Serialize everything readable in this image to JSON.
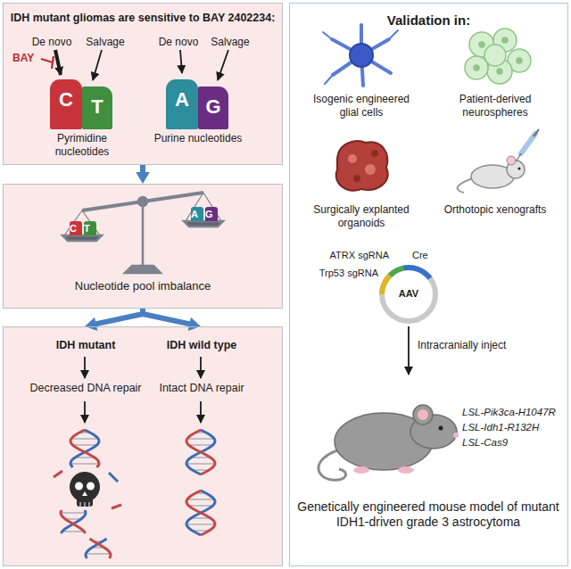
{
  "diagram": {
    "nodes": [
      {
        "text": [
          "IDH mutant gliomas are sensitive to BAY 2402234:"
        ]
      },
      {
        "text": [
          "C"
        ],
        "in": 0
      },
      {
        "text": [
          "T"
        ],
        "in": 0
      },
      {
        "text": [
          "A"
        ],
        "in": 0
      },
      {
        "text": [
          "G"
        ],
        "in": 0
      },
      {
        "text": [
          "Nucleotide pool imbalance"
        ]
      },
      {
        "text": [
          "IDH mutant",
          "Decreased DNA repair",
          "IDH wild type",
          "Intact DNA repair"
        ]
      },
      {
        "text": [
          "Validation in:"
        ]
      }
    ],
    "edges": [
      {
        "from": 0,
        "to": 5,
        "arrow": "to"
      },
      {
        "from": 5,
        "to": 6,
        "arrow": "to"
      }
    ],
    "labels": [
      "De novo",
      "Salvage",
      "De novo",
      "Salvage",
      "BAY",
      "Pyrimidine nucleotides",
      "Purine nucleotides",
      "C",
      "T",
      "A",
      "G",
      "Isogenic engineered glial cells",
      "Patient-derived neurospheres",
      "Surgically explanted organoids",
      "Orthotopic xenografts",
      "ATRX sgRNA",
      "Trp53 sgRNA",
      "Cre",
      "AAV",
      "Intracranially inject",
      "LSL-Pik3ca-H1047R",
      "LSL-Idh1-R132H",
      "LSL-Cas9",
      "Genetically engineered mouse model of mutant IDH1-driven grade 3 astrocytoma"
    ]
  }
}
